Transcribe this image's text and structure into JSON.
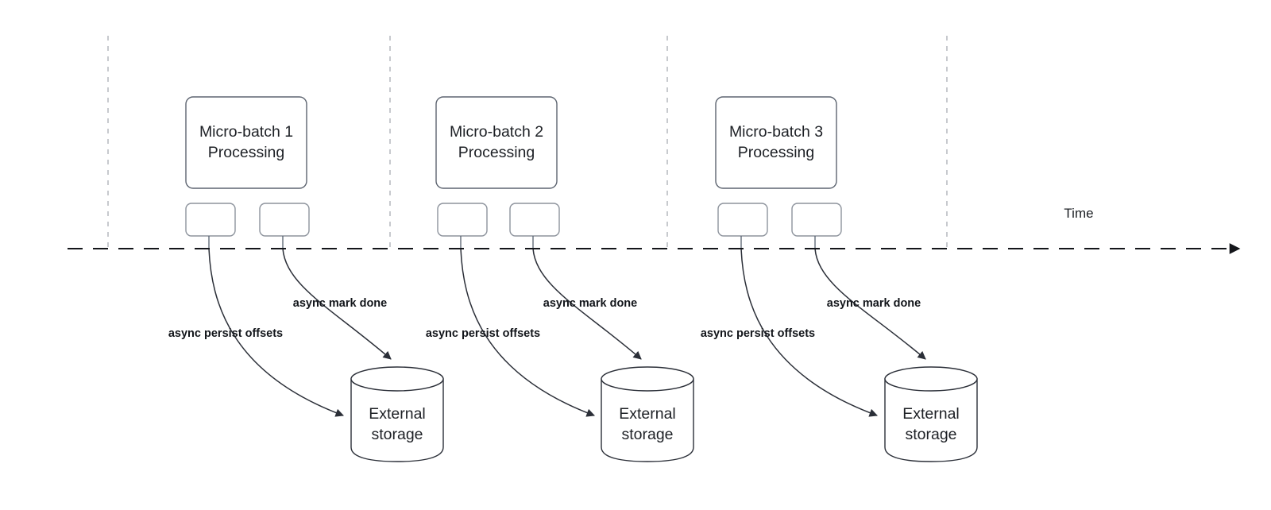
{
  "diagram": {
    "title_label": "Time",
    "colors": {
      "box_stroke": "#5d6470",
      "mini_stroke": "#8d939c",
      "arrow": "#2b2f38",
      "axis": "#14161a",
      "tick": "#b9bcc2",
      "text": "#1d2025",
      "background": "#ffffff"
    },
    "batches": [
      {
        "id": "micro-batch-1",
        "title_line1": "Micro-batch 1",
        "title_line2": "Processing",
        "persist_label": "async persist offsets",
        "mark_done_label": "async mark done",
        "storage_line1": "External",
        "storage_line2": "storage"
      },
      {
        "id": "micro-batch-2",
        "title_line1": "Micro-batch 2",
        "title_line2": "Processing",
        "persist_label": "async persist offsets",
        "mark_done_label": "async mark done",
        "storage_line1": "External",
        "storage_line2": "storage"
      },
      {
        "id": "micro-batch-3",
        "title_line1": "Micro-batch 3",
        "title_line2": "Processing",
        "persist_label": "async persist offsets",
        "mark_done_label": "async mark done",
        "storage_line1": "External",
        "storage_line2": "storage"
      }
    ]
  }
}
